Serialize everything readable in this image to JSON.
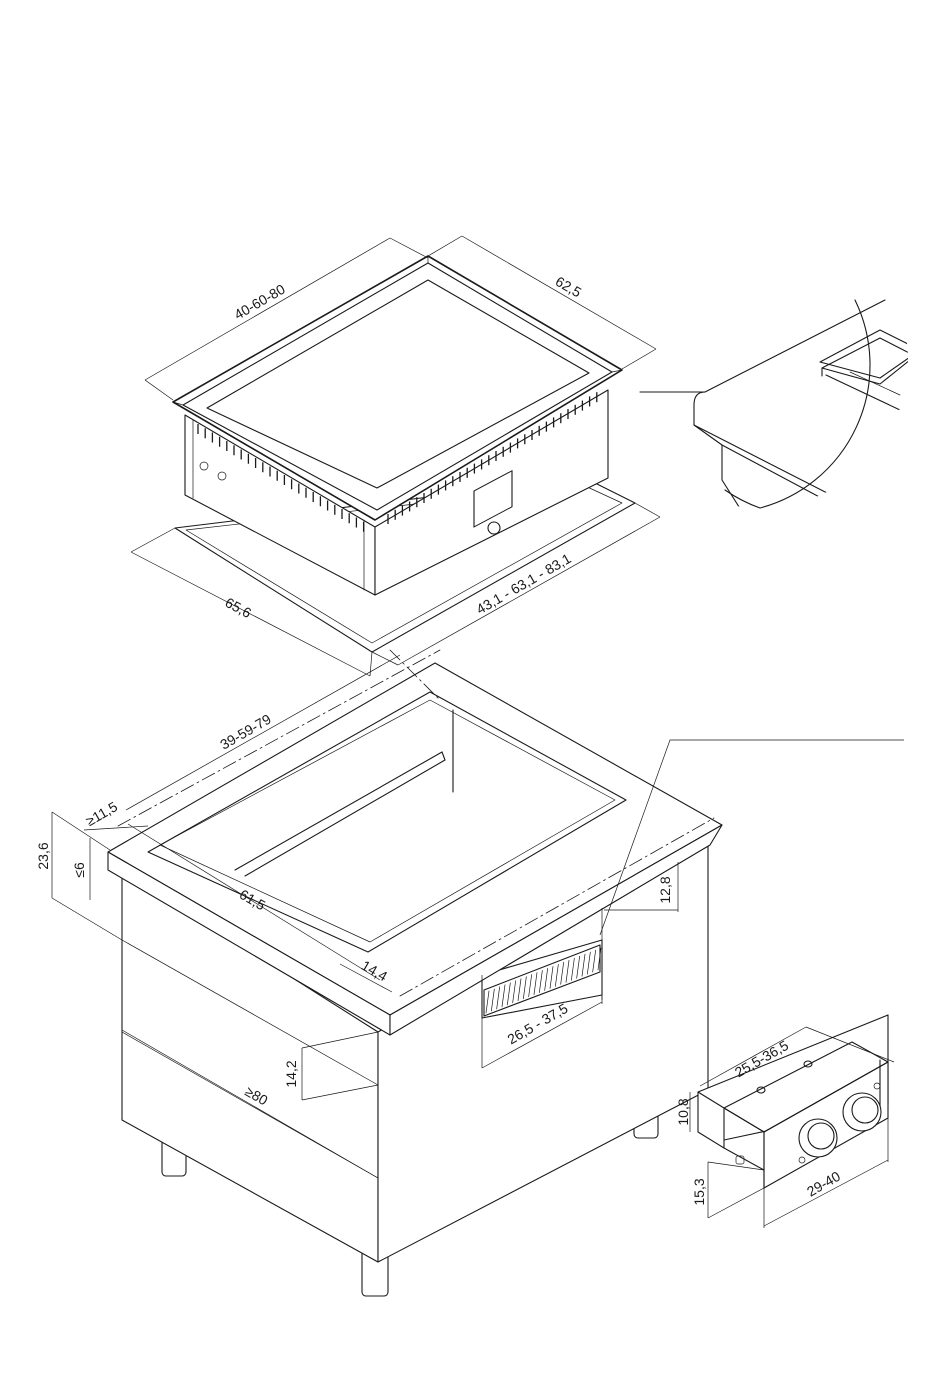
{
  "dimensions": {
    "top_width": "40-60-80",
    "top_depth": "62,5",
    "frame_depth": "65,6",
    "frame_width": "43,1 - 63,1 - 83,1",
    "cutout_width": "39-59-79",
    "edge_min": "≥11,5",
    "counter_height": "23,6",
    "max_thickness": "≤6",
    "cutout_depth": "61,5",
    "side_gap": "14,4",
    "vent_height": "12,8",
    "vent_width": "26,5 - 37,5",
    "panel_height": "14,2",
    "min_depth": "≥80",
    "control_width": "25,5-36,5",
    "control_height": "10,8",
    "control_depth": "29-40",
    "control_offset": "15,3"
  }
}
